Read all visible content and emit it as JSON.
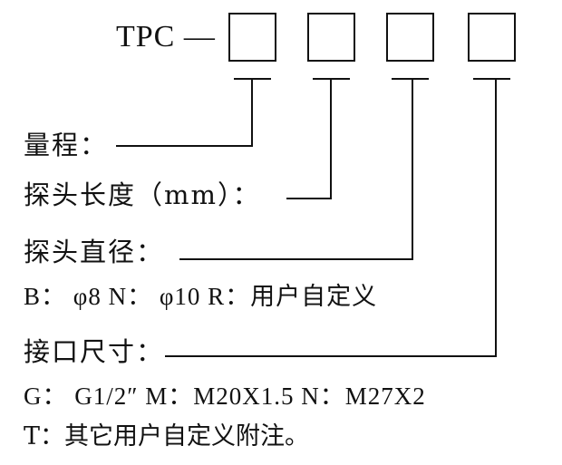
{
  "header": {
    "prefix": "TPC —"
  },
  "fields": [
    {
      "label": "量程："
    },
    {
      "label": "探头长度（mm）："
    },
    {
      "label": "探头直径："
    },
    {
      "label": "接口尺寸："
    }
  ],
  "options": {
    "diameter": "B： φ8  N： φ10  R：用户自定义",
    "thread": "G： G1/2″  M：M20X1.5   N：M27X2",
    "other": "T：其它用户自定义附注。"
  },
  "colors": {
    "ink": "#111111",
    "background": "#ffffff"
  }
}
